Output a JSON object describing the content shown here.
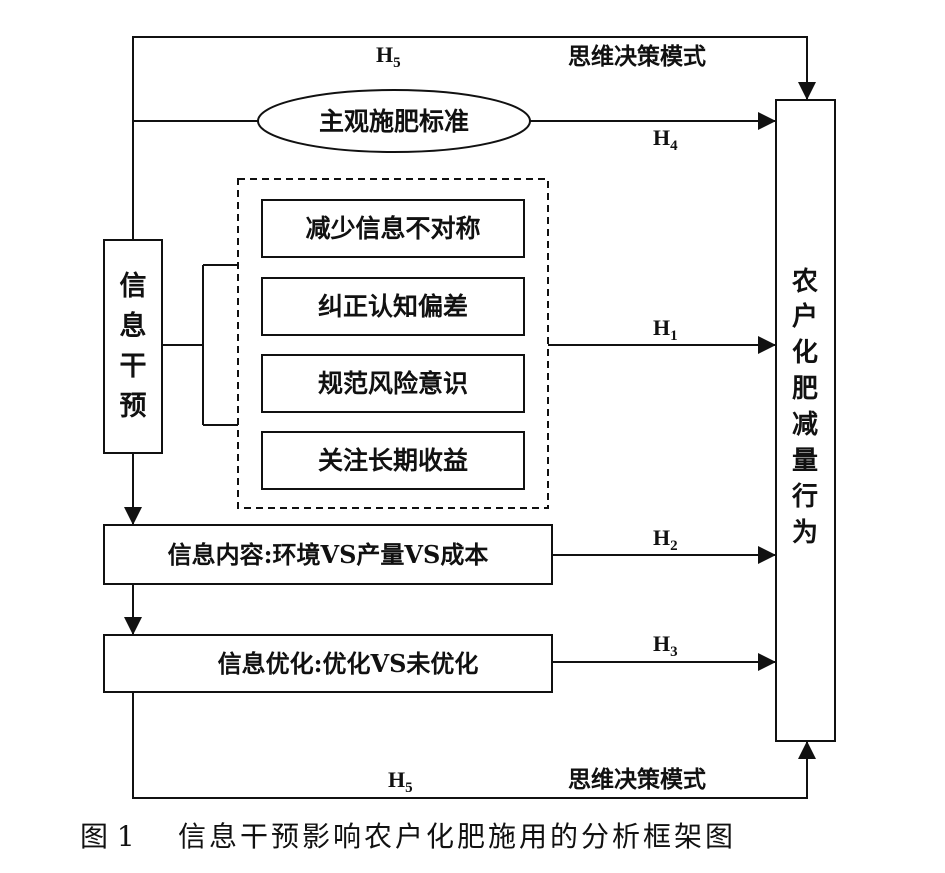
{
  "left_box": {
    "text": "信息干预",
    "chars": [
      "信",
      "息",
      "干",
      "预"
    ]
  },
  "right_box": {
    "text": "农户化肥减量行为",
    "chars": [
      "农",
      "户",
      "化",
      "肥",
      "减",
      "量",
      "行",
      "为"
    ]
  },
  "ellipse": {
    "text": "主观施肥标准"
  },
  "mechanisms": [
    {
      "text": "减少信息不对称"
    },
    {
      "text": "纠正认知偏差"
    },
    {
      "text": "规范风险意识"
    },
    {
      "text": "关注长期收益"
    }
  ],
  "content_box": {
    "text": "信息内容:环境VS产量VS成本"
  },
  "optimize_box": {
    "text": "信息优化:优化VS未优化"
  },
  "labels": {
    "h1": {
      "letter": "H",
      "sub": "1"
    },
    "h2": {
      "letter": "H",
      "sub": "2"
    },
    "h3": {
      "letter": "H",
      "sub": "3"
    },
    "h4": {
      "letter": "H",
      "sub": "4"
    },
    "h5_top": {
      "letter": "H",
      "sub": "5"
    },
    "h5_bottom": {
      "letter": "H",
      "sub": "5"
    }
  },
  "mode_top": "思维决策模式",
  "mode_bottom": "思维决策模式",
  "caption": {
    "number": "图 1",
    "title": "信息干预影响农户化肥施用的分析框架图"
  }
}
